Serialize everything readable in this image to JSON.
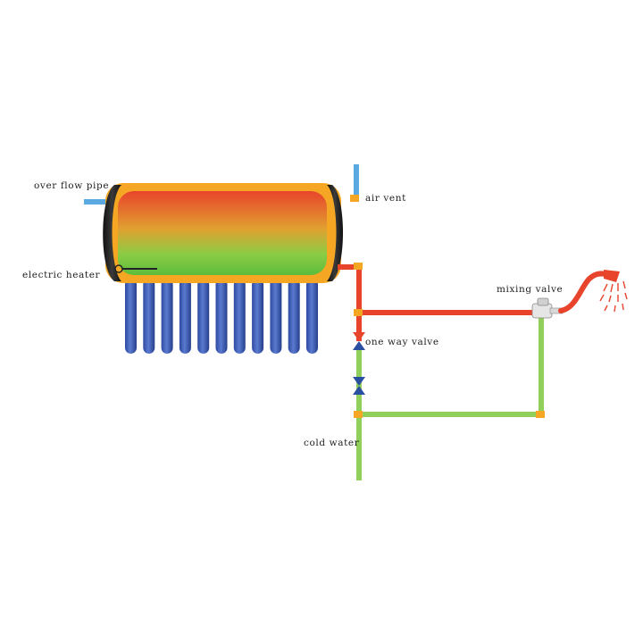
{
  "labels": {
    "overflow_pipe": "over flow pipe",
    "air_vent": "air vent",
    "electric_heater": "electric heater",
    "mixing_valve": "mixing valve",
    "one_way_valve": "one way valve",
    "cold_water": "cold water"
  },
  "colors": {
    "hot_pipe": "#e8442c",
    "cold_pipe": "#8fcf5a",
    "vent_pipe": "#5aa9e0",
    "tank_shell": "#f5a623",
    "tank_hot": "#e8442c",
    "tank_cold": "#7cc84a",
    "tube": "#3f5fb5",
    "valve_red": "#e8442c",
    "valve_blue": "#2a4fa0"
  },
  "components": {
    "evacuated_tubes": 11
  }
}
